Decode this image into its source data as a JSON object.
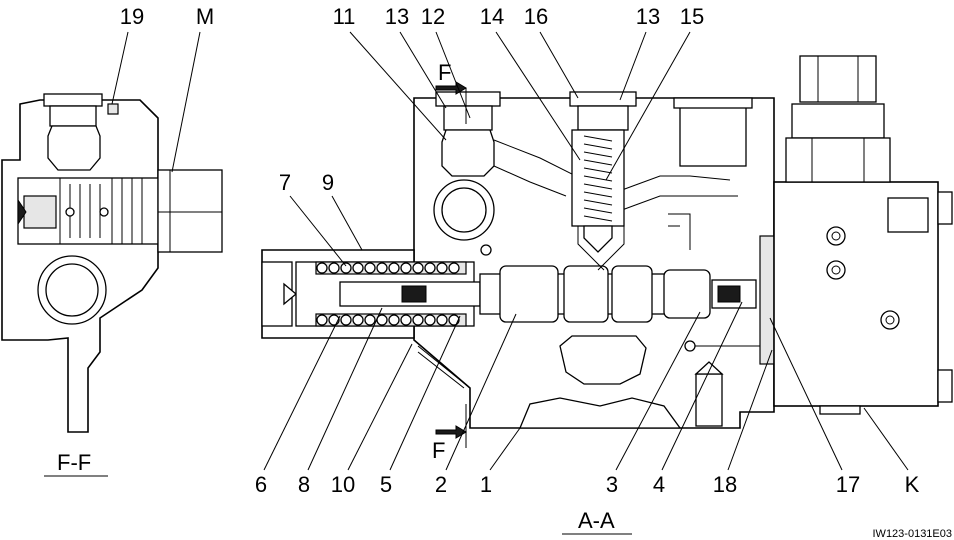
{
  "views": {
    "ff": {
      "title": "F-F"
    },
    "aa": {
      "title": "A-A"
    }
  },
  "section_marks": {
    "top": "F",
    "bottom": "F"
  },
  "callouts": [
    "19",
    "M",
    "11",
    "13",
    "12",
    "14",
    "16",
    "13",
    "15",
    "7",
    "9",
    "6",
    "8",
    "10",
    "5",
    "2",
    "1",
    "3",
    "4",
    "18",
    "17",
    "K"
  ],
  "figure_code": "IW123-0131E03",
  "colors": {
    "line": "#000000",
    "background": "#ffffff"
  }
}
